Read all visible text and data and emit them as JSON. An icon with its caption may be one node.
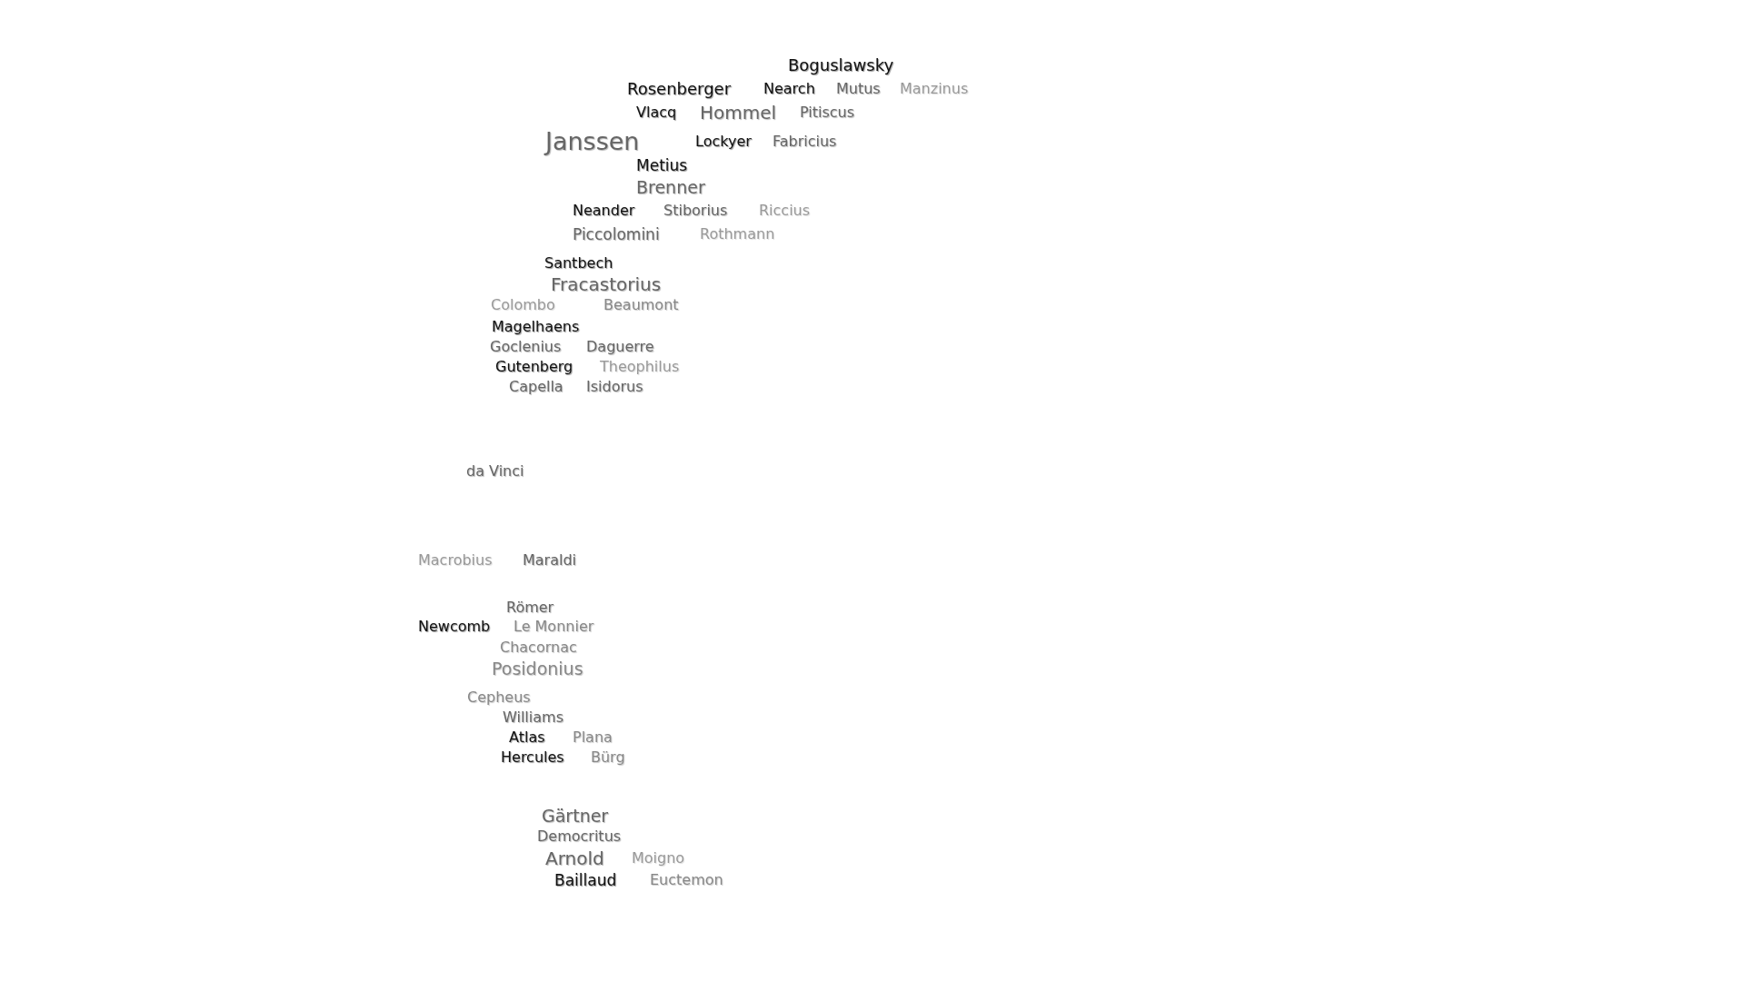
{
  "diagram": {
    "labels": [
      "Boguslawsky",
      "Rosenberger",
      "Nearch",
      "Mutus",
      "Manzinus",
      "Vlacq",
      "Hommel",
      "Pitiscus",
      "Janssen",
      "Lockyer",
      "Fabricius",
      "Metius",
      "Brenner",
      "Neander",
      "Stiborius",
      "Riccius",
      "Piccolomini",
      "Rothmann",
      "Santbech",
      "Fracastorius",
      "Colombo",
      "Beaumont",
      "Magelhaens",
      "Goclenius",
      "Daguerre",
      "Gutenberg",
      "Theophilus",
      "Capella",
      "Isidorus",
      "da Vinci",
      "Macrobius",
      "Maraldi",
      "Römer",
      "Newcomb",
      "Le Monnier",
      "Chacornac",
      "Posidonius",
      "Cepheus",
      "Williams",
      "Atlas",
      "Plana",
      "Hercules",
      "Bürg",
      "Gärtner",
      "Democritus",
      "Arnold",
      "Moigno",
      "Baillaud",
      "Euctemon"
    ]
  }
}
